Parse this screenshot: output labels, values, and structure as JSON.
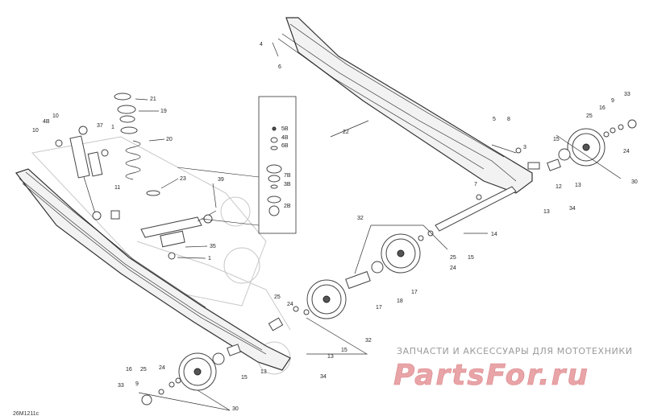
{
  "diagram_code": "26M1211c",
  "watermark": {
    "line1": "ЗАПЧАСТИ И АКСЕССУАРЫ ДЛЯ МОТОТЕХНИКИ",
    "line2": "PartsFor.ru"
  },
  "callouts": {
    "c4": "4",
    "c6": "6",
    "c22": "22",
    "c21": "21",
    "c19": "19",
    "c20": "20",
    "c23": "23",
    "c39": "39",
    "c35": "35",
    "c1a": "1",
    "c1b": "1",
    "c10a": "10",
    "c10b": "10",
    "c4B": "4B",
    "c37": "37",
    "c11": "11",
    "k5B": "5B",
    "k4B": "4B",
    "k6B": "6B",
    "k7B": "7B",
    "k3B": "3B",
    "k2B": "2B",
    "c5": "5",
    "c8": "8",
    "c3": "3",
    "c15a": "15",
    "c16a": "16",
    "c9a": "9",
    "c33a": "33",
    "c25a": "25",
    "c24a": "24",
    "c12": "12",
    "c13a": "13",
    "c30a": "30",
    "c7": "7",
    "c34a": "34",
    "c13b": "13",
    "c14": "14",
    "c32a": "32",
    "c25b": "25",
    "c24b": "24",
    "c15b": "15",
    "c17a": "17",
    "c17b": "17",
    "c18": "18",
    "c25c": "25",
    "c24c": "24",
    "c32b": "32",
    "c15c": "15",
    "c13c": "13",
    "c34b": "34",
    "c16b": "16",
    "c25d": "25",
    "c24d": "24",
    "c9b": "9",
    "c33b": "33",
    "c15d": "15",
    "c13d": "13",
    "c30b": "30"
  }
}
